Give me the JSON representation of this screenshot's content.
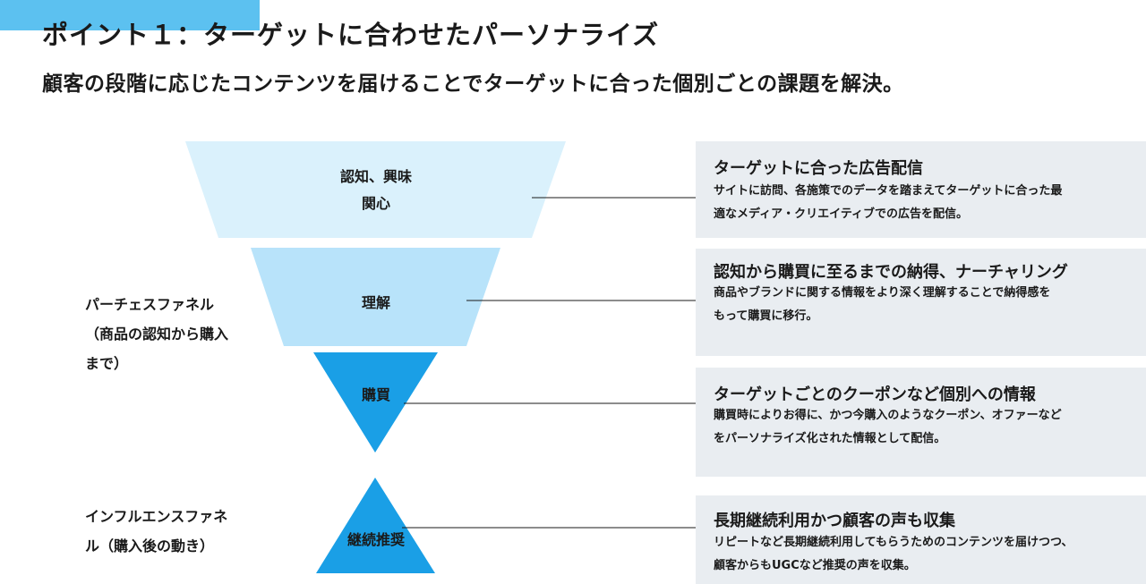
{
  "header": {
    "title": "ポイント１：ターゲットに合わせたパーソナライズ",
    "subtitle": "顧客の段階に応じたコンテンツを届けることでターゲットに合った個別ごとの課題を解決。"
  },
  "funnel_groups": [
    {
      "line1": "パーチェスファネル",
      "line2": "（商品の認知から購入",
      "line3": "まで）"
    },
    {
      "line1": "インフルエンスファネ",
      "line2": "ル（購入後の動き）"
    }
  ],
  "stages": [
    {
      "label_line1": "認知、興味",
      "label_line2": "関心",
      "color": "#daf1fc"
    },
    {
      "label_line1": "理解",
      "color": "#b8e3fa"
    },
    {
      "label_line1": "購買",
      "color": "#1a9fe6"
    },
    {
      "label_line1": "継続推奨",
      "color": "#1a9fe6"
    }
  ],
  "cards": [
    {
      "title": "ターゲットに合った広告配信",
      "desc_line1": "サイトに訪問、各施策でのデータを踏まえてターゲットに合った最",
      "desc_line2": "適なメディア・クリエイティブでの広告を配信。"
    },
    {
      "title": "認知から購買に至るまでの納得、ナーチャリング",
      "desc_line1": "商品やブランドに関する情報をより深く理解することで納得感を",
      "desc_line2": "もって購買に移行。"
    },
    {
      "title": "ターゲットごとのクーポンなど個別への情報",
      "desc_line1": "購買時によりお得に、かつ今購入のようなクーポン、オファーなど",
      "desc_line2": "をパーソナライズ化された情報として配信。"
    },
    {
      "title": "長期継続利用かつ顧客の声も収集",
      "desc_line1": "リピートなど長期継続利用してもらうためのコンテンツを届けつつ、",
      "desc_line2": "顧客からもUGCなど推奨の声を収集。"
    }
  ],
  "colors": {
    "accent": "#5cc1f0",
    "card_bg": "#e9edf1",
    "connector": "#1a1a1a"
  }
}
